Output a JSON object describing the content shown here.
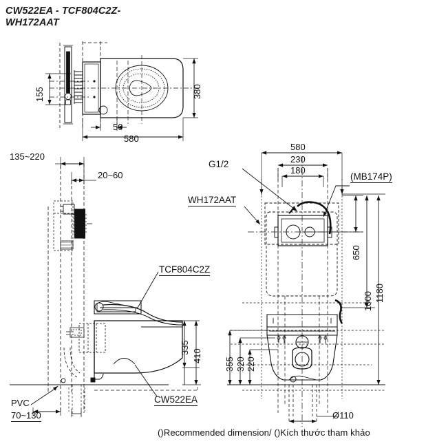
{
  "document": {
    "title_line1": "CW522EA - TCF804C2Z-",
    "title_line2": "WH172AAT",
    "caption": "()Recommended dimension/ ()Kích thước tham khảo",
    "ink_color": "#111111",
    "background": "#ffffff"
  },
  "top_view": {
    "name": "plan-view",
    "dimensions": {
      "depth_overall": "580",
      "offset_50": "50",
      "width_380": "380",
      "height_155": "155"
    }
  },
  "side_view": {
    "name": "side-elevation",
    "dimensions": {
      "wall_range": "135~220",
      "stub_range": "20~60",
      "seat_height": "335",
      "bowl_height": "410",
      "pvc_range": "70~130"
    },
    "labels": {
      "pvc": "PVC",
      "seat_unit": "TCF804C2Z",
      "bowl_unit": "CW522EA"
    }
  },
  "front_view": {
    "name": "front-elevation",
    "dimensions": {
      "width_580": "580",
      "width_230": "230",
      "width_180": "180",
      "height_650": "650",
      "height_1000": "1000",
      "height_1180": "1180",
      "height_355": "355",
      "height_320": "320",
      "height_220": "220",
      "outlet_diameter": "Ø110"
    },
    "labels": {
      "supply": "G1/2",
      "frame_unit": "WH172AAT",
      "optional_unit": "(MB174P)"
    }
  }
}
